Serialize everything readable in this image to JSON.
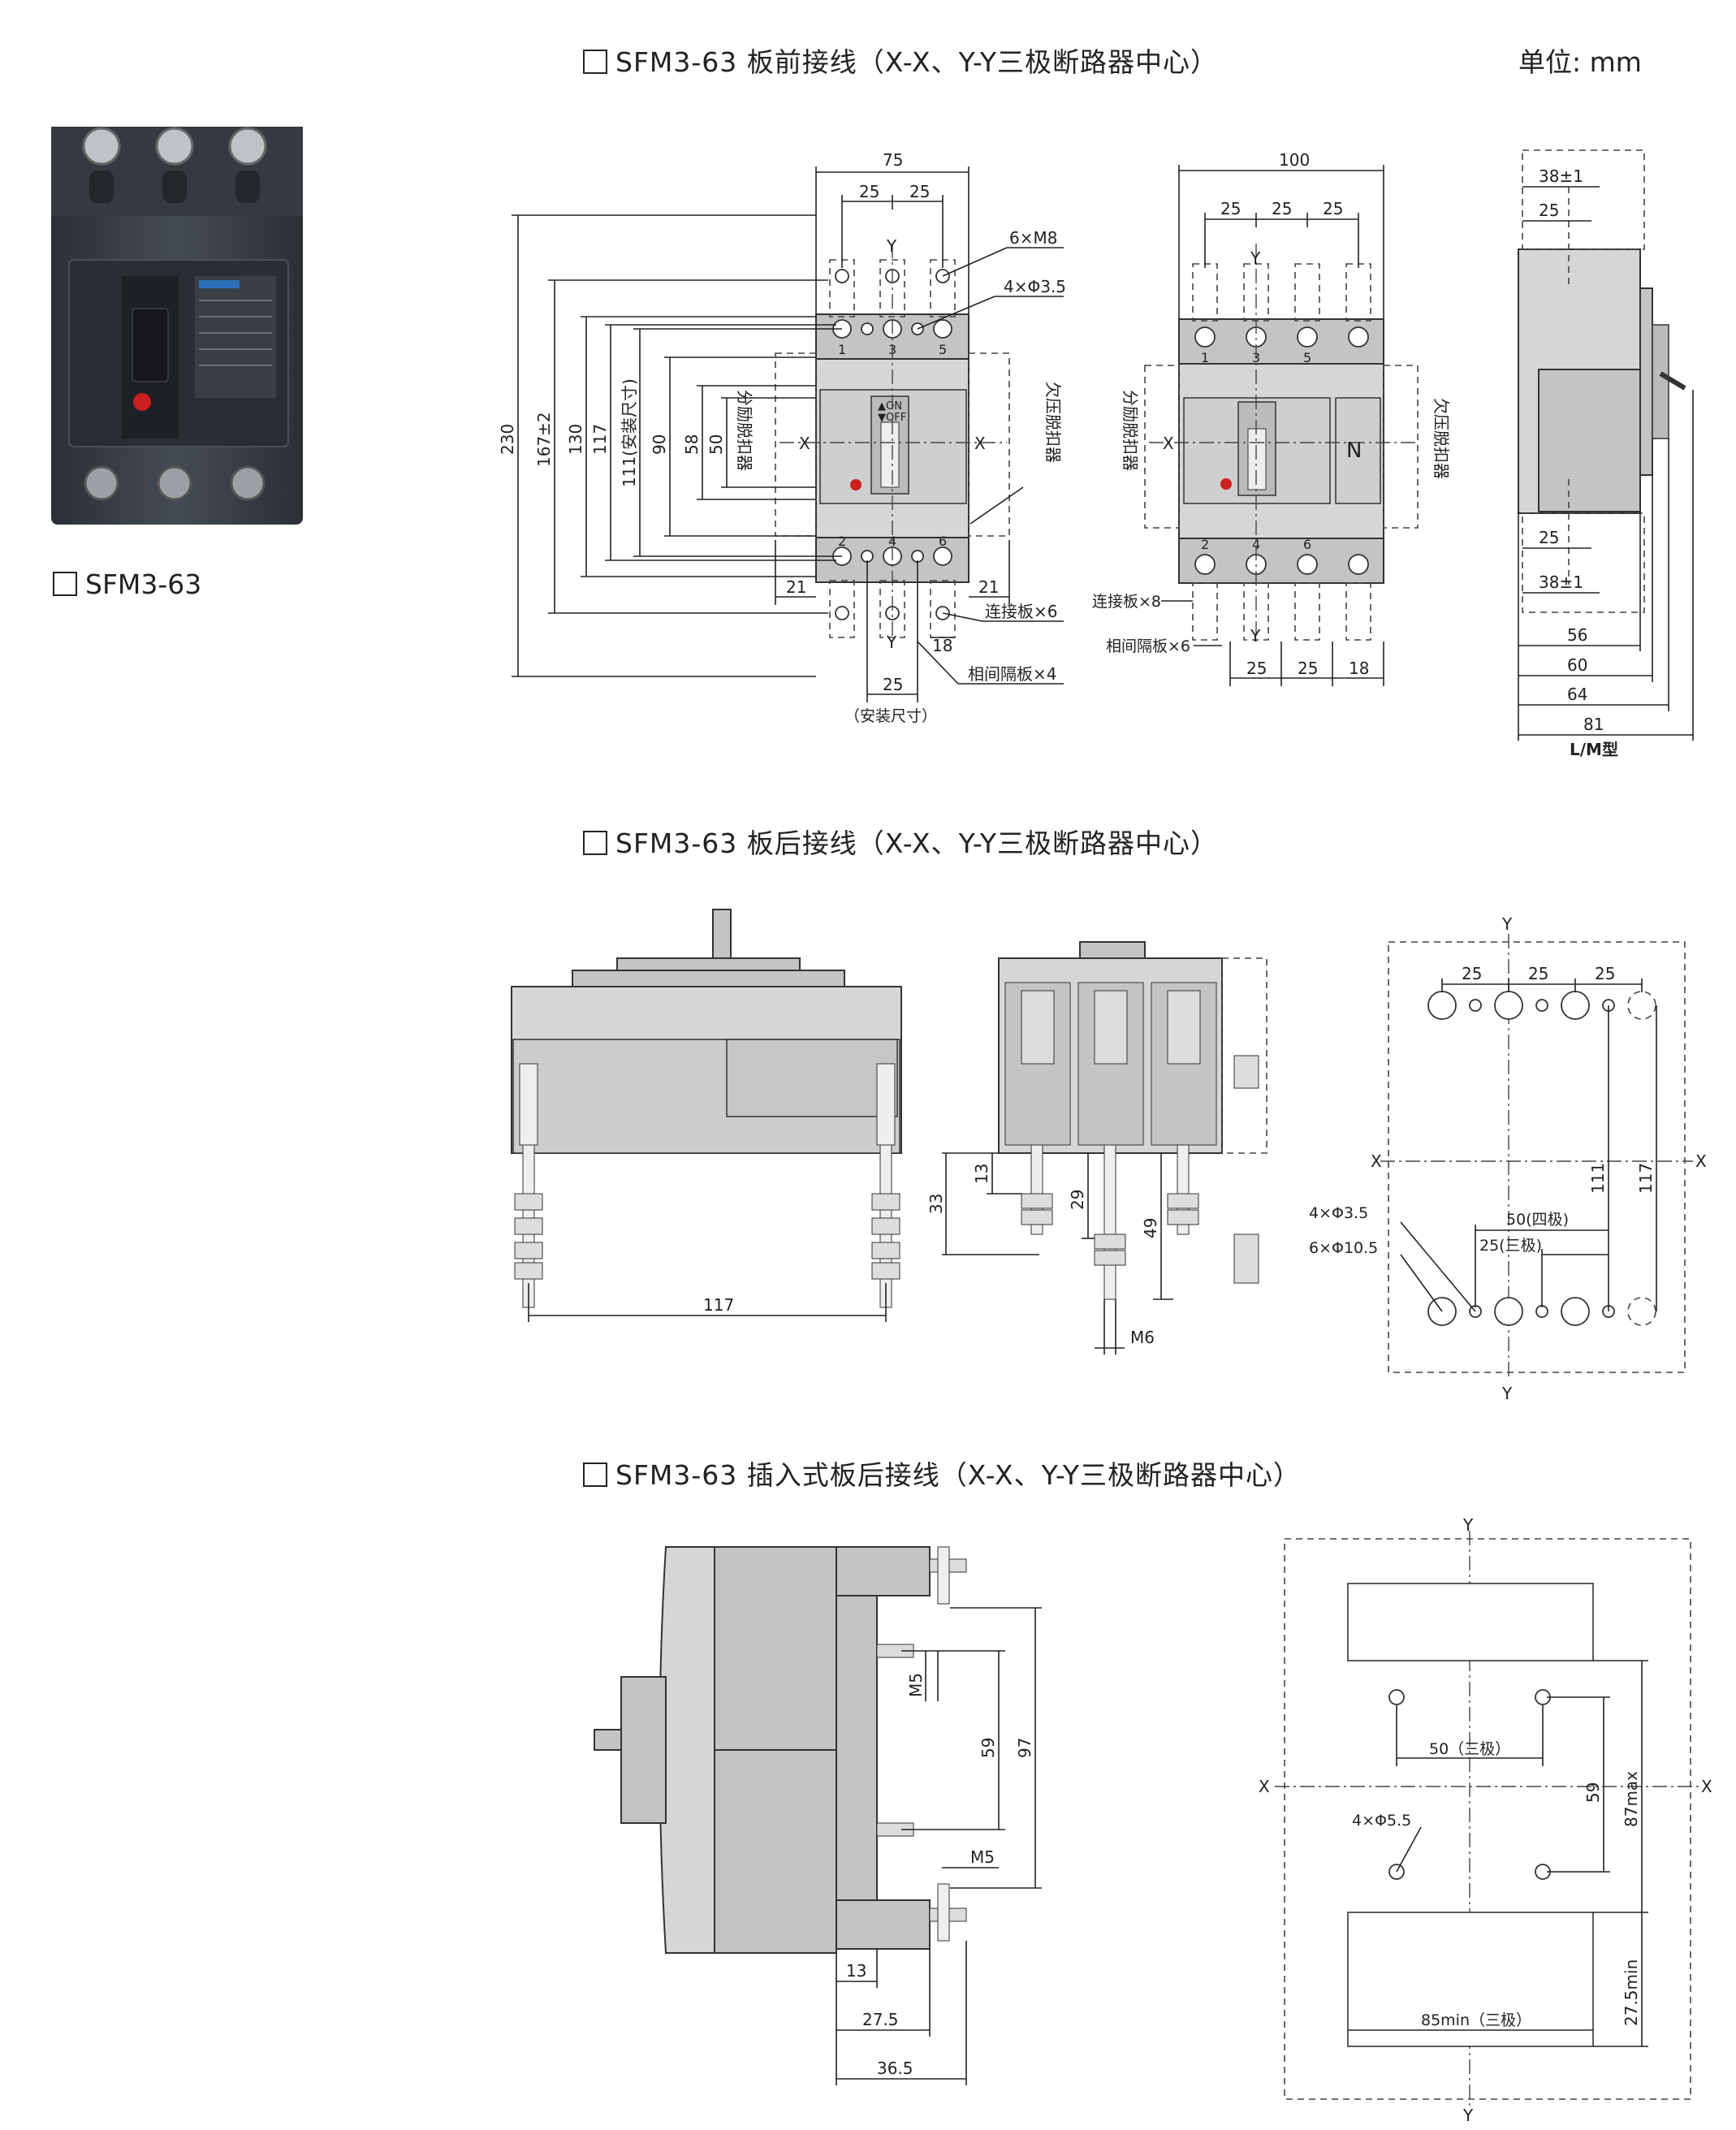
{
  "unit": "单位: mm",
  "product": {
    "caption": "SFM3-63"
  },
  "sections": [
    {
      "title": "SFM3-63  板前接线（X-X、Y-Y三极断路器中心）"
    },
    {
      "title": "SFM3-63  板后接线（X-X、Y-Y三极断路器中心）"
    },
    {
      "title": "SFM3-63  插入式板后接线（X-X、Y-Y三极断路器中心）"
    }
  ],
  "front_wiring": {
    "three_pole": {
      "width": "75",
      "pitch_a": "25",
      "pitch_b": "25",
      "heights": [
        "230",
        "167±2",
        "130",
        "117",
        "111(安装尺寸)",
        "90",
        "58",
        "50"
      ],
      "screw": "6×M8",
      "holes": "4×Φ3.5",
      "side_left": "21",
      "side_right": "21",
      "bar": "连接板×6",
      "bar_dim": "18",
      "barrier": "相间隔板×4",
      "mount_width": "25",
      "mount_note": "（安装尺寸）",
      "shunt_left": "分励脱扣器",
      "under_right": "欠压脱扣器",
      "terminals_top": [
        "1",
        "3",
        "5"
      ],
      "terminals_bottom": [
        "2",
        "4",
        "6"
      ],
      "on": "▲ON",
      "off": "▼OFF",
      "x": "X",
      "y": "Y"
    },
    "four_pole": {
      "width": "100",
      "pitches": [
        "25",
        "25",
        "25"
      ],
      "bottom_pitches": [
        "25",
        "25",
        "18"
      ],
      "bar": "连接板×8",
      "barrier": "相间隔板×6",
      "shunt": "分励脱扣器",
      "under": "欠压脱扣器",
      "terminals_top": [
        "1",
        "3",
        "5"
      ],
      "terminals_bottom": [
        "2",
        "4",
        "6"
      ],
      "n": "N",
      "x": "X",
      "y": "Y"
    },
    "side": {
      "top_dims": [
        "38±1",
        "25"
      ],
      "bottom_dims": [
        "25",
        "38±1"
      ],
      "depths": [
        "56",
        "60",
        "64",
        "81"
      ],
      "type": "L/M型"
    }
  },
  "rear_wiring": {
    "side_dim": "117",
    "front_dims": [
      "33",
      "13",
      "29",
      "49"
    ],
    "thread": "M6",
    "cutout": {
      "pitches": [
        "25",
        "25",
        "25"
      ],
      "heights": [
        "111",
        "117"
      ],
      "holes_small": "4×Φ3.5",
      "holes_big": "6×Φ10.5",
      "span_four": "50(四极)",
      "span_three": "25(三极)",
      "x": "X",
      "y": "Y"
    }
  },
  "plugin_rear": {
    "threads": [
      "M5",
      "M5"
    ],
    "heights": [
      "59",
      "97"
    ],
    "depths": [
      "13",
      "27.5",
      "36.5"
    ],
    "cutout": {
      "span": "50（三极）",
      "height": "59",
      "max": "87max",
      "holes": "4×Φ5.5",
      "min_h": "27.5min",
      "min_w": "85min（三极）",
      "x": "X",
      "y": "Y"
    }
  },
  "colors": {
    "body": "#d6d6d6",
    "product": "#3a3f48",
    "accent_red": "#cc1f1f",
    "label_blue": "#2a6fb8"
  }
}
